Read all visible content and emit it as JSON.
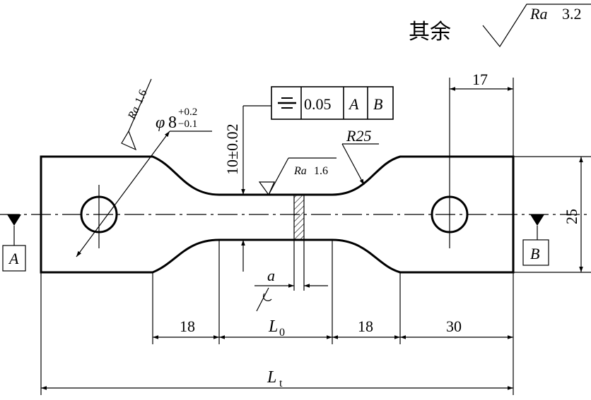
{
  "roughness": {
    "general_prefix": "其余",
    "general_label": "Ra",
    "general_value": "3.2",
    "hole_label": "Ra",
    "hole_value": "1.6",
    "gauge_label": "Ra",
    "gauge_value": "1.6"
  },
  "tolerances": {
    "hole_diameter_symbol": "φ",
    "hole_diameter_value": "8",
    "hole_upper_dev": "+0.2",
    "hole_lower_dev": "−0.1",
    "gauge_width": "10±0.02",
    "fillet_radius": "R25"
  },
  "feature_control_frame": {
    "tolerance": "0.05",
    "datum_1": "A",
    "datum_2": "B"
  },
  "datums": {
    "left": "A",
    "right": "B"
  },
  "dimensions": {
    "hole_offset": "17",
    "height": "25",
    "shoulder_left": "18",
    "gauge_length": "L",
    "gauge_length_sub": "0",
    "shoulder_right": "18",
    "grip_right": "30",
    "total_length": "L",
    "total_length_sub": "t",
    "weld_symbol": "a"
  }
}
